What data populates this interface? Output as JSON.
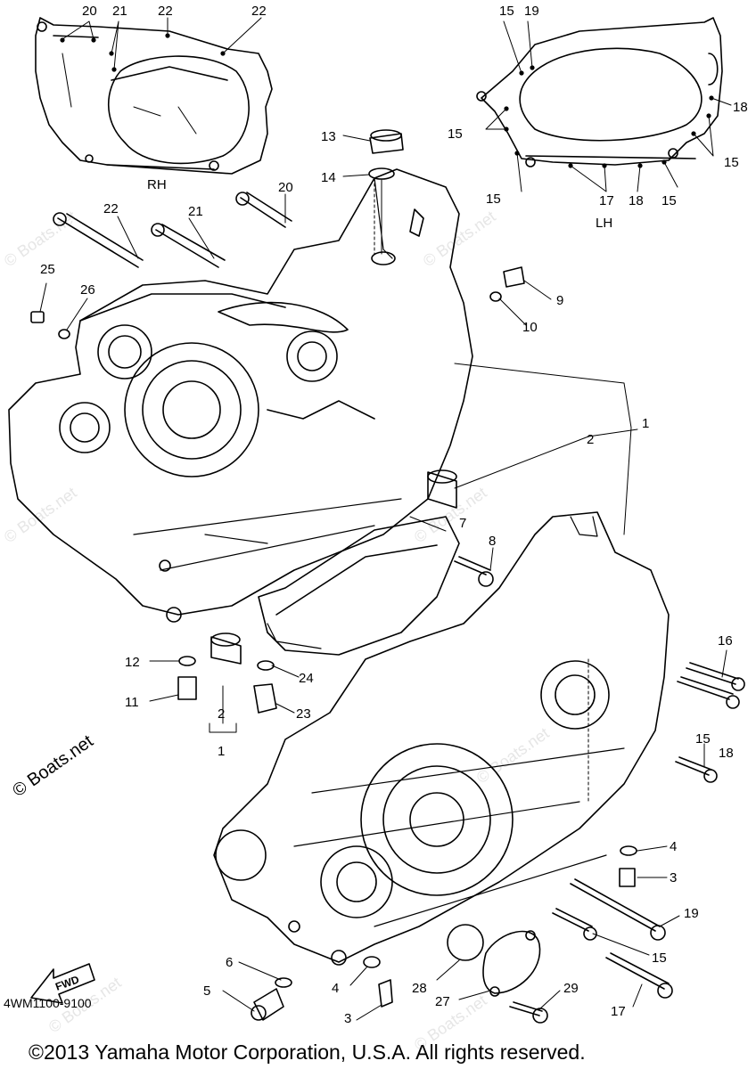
{
  "diagram": {
    "inset_rh_label": "RH",
    "inset_lh_label": "LH",
    "part_code": "4WM1100-9100",
    "watermark": "© Boats.net",
    "copyright": "©2013 Yamaha Motor Corporation, U.S.A. All rights reserved.",
    "fwd_label": "FWD",
    "callouts": [
      {
        "id": "c20a",
        "text": "20"
      },
      {
        "id": "c21a",
        "text": "21"
      },
      {
        "id": "c22a",
        "text": "22"
      },
      {
        "id": "c22b",
        "text": "22"
      },
      {
        "id": "c15a",
        "text": "15"
      },
      {
        "id": "c19a",
        "text": "19"
      },
      {
        "id": "c18a",
        "text": "18"
      },
      {
        "id": "c15b",
        "text": "15"
      },
      {
        "id": "c15c",
        "text": "15"
      },
      {
        "id": "c15d",
        "text": "15"
      },
      {
        "id": "c17a",
        "text": "17"
      },
      {
        "id": "c18b",
        "text": "18"
      },
      {
        "id": "c15e",
        "text": "15"
      },
      {
        "id": "c13",
        "text": "13"
      },
      {
        "id": "c14",
        "text": "14"
      },
      {
        "id": "c20b",
        "text": "20"
      },
      {
        "id": "c22c",
        "text": "22"
      },
      {
        "id": "c21b",
        "text": "21"
      },
      {
        "id": "c25",
        "text": "25"
      },
      {
        "id": "c26",
        "text": "26"
      },
      {
        "id": "c9",
        "text": "9"
      },
      {
        "id": "c10",
        "text": "10"
      },
      {
        "id": "c1a",
        "text": "1"
      },
      {
        "id": "c2a",
        "text": "2"
      },
      {
        "id": "c7",
        "text": "7"
      },
      {
        "id": "c8",
        "text": "8"
      },
      {
        "id": "c16",
        "text": "16"
      },
      {
        "id": "c12",
        "text": "12"
      },
      {
        "id": "c24",
        "text": "24"
      },
      {
        "id": "c11",
        "text": "11"
      },
      {
        "id": "c23",
        "text": "23"
      },
      {
        "id": "c2b",
        "text": "2"
      },
      {
        "id": "c1b",
        "text": "1"
      },
      {
        "id": "c15f",
        "text": "15"
      },
      {
        "id": "c18c",
        "text": "18"
      },
      {
        "id": "c4a",
        "text": "4"
      },
      {
        "id": "c3a",
        "text": "3"
      },
      {
        "id": "c19b",
        "text": "19"
      },
      {
        "id": "c15g",
        "text": "15"
      },
      {
        "id": "c6",
        "text": "6"
      },
      {
        "id": "c4b",
        "text": "4"
      },
      {
        "id": "c28",
        "text": "28"
      },
      {
        "id": "c5",
        "text": "5"
      },
      {
        "id": "c27",
        "text": "27"
      },
      {
        "id": "c29",
        "text": "29"
      },
      {
        "id": "c17b",
        "text": "17"
      },
      {
        "id": "c3b",
        "text": "3"
      }
    ]
  }
}
